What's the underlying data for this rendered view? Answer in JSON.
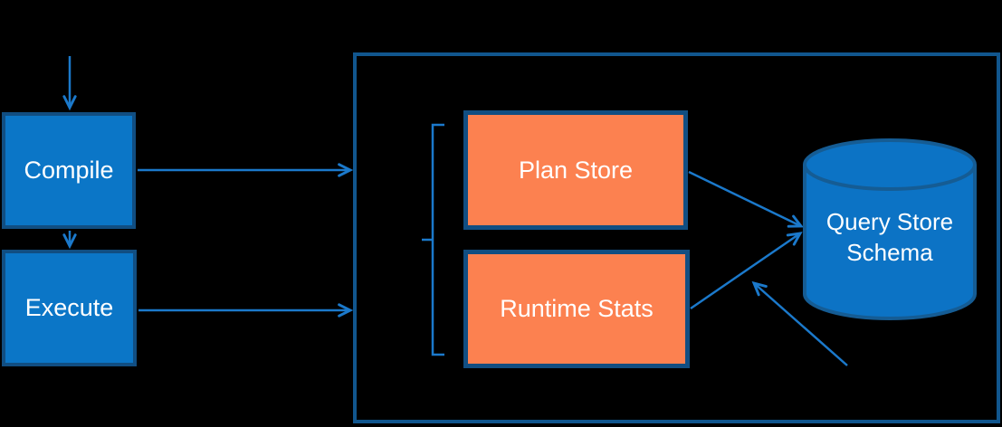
{
  "title": "Query Store data flow diagram",
  "colors": {
    "background": "#000000",
    "process_fill": "#0B76C7",
    "process_border": "#114E82",
    "store_fill": "#FC8150",
    "store_border": "#114E82",
    "outline_border": "#11568E",
    "cylinder_fill": "#0C73C5",
    "cylinder_border": "#155C94",
    "connector": "#1B79CB",
    "label_text": "#FFFFFF"
  },
  "nodes": {
    "compile": {
      "label": "Compile"
    },
    "execute": {
      "label": "Execute"
    },
    "plan_store": {
      "label": "Plan Store"
    },
    "runtime_stats": {
      "label": "Runtime Stats"
    },
    "query_store_schema": {
      "label": "Query Store Schema"
    }
  },
  "connections": [
    {
      "from": "offscreen-top",
      "to": "compile",
      "style": "arrow"
    },
    {
      "from": "compile",
      "to": "execute",
      "style": "arrow"
    },
    {
      "from": "compile",
      "to": "query-store-outline",
      "style": "arrow"
    },
    {
      "from": "execute",
      "to": "query-store-outline",
      "style": "arrow"
    },
    {
      "from": "plan_store",
      "to": "query_store_schema",
      "style": "arrow"
    },
    {
      "from": "runtime_stats",
      "to": "query_store_schema",
      "style": "arrow"
    },
    {
      "from": "offscreen-bottom",
      "to": "query_store_schema",
      "style": "arrow"
    },
    {
      "from": "bracket",
      "to": "plan_store+runtime_stats",
      "style": "square-bracket"
    }
  ]
}
